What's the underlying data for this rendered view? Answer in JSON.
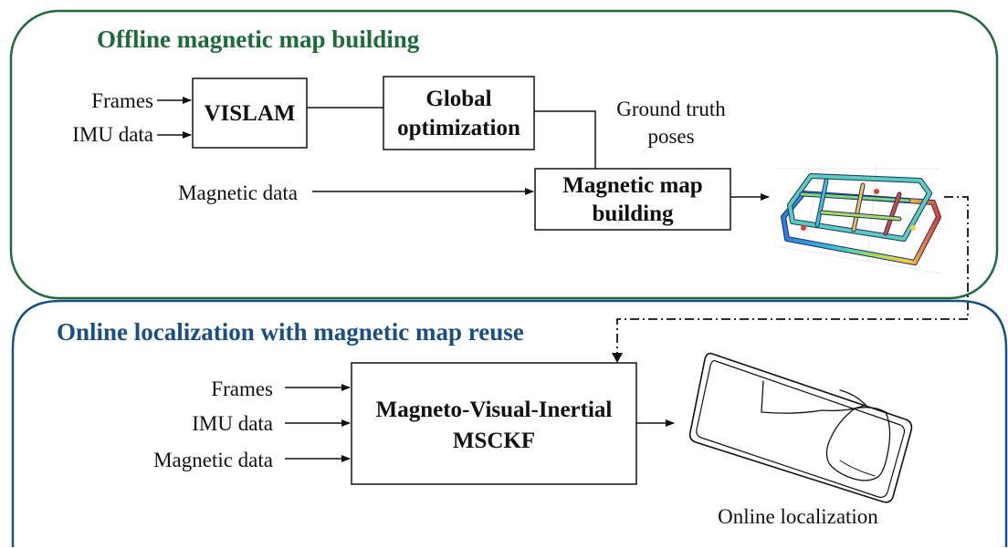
{
  "colors": {
    "offline_border": "#1e6b3a",
    "offline_title": "#1e6b3a",
    "online_border": "#1a4f86",
    "online_title": "#1a4f86",
    "line": "#111111"
  },
  "offline": {
    "title": "Offline magnetic map building",
    "inputs": {
      "frames": "Frames",
      "imu": "IMU data",
      "magnetic": "Magnetic data"
    },
    "boxes": {
      "vislam": "VISLAM",
      "global_line1": "Global",
      "global_line2": "optimization",
      "mapbuild_line1": "Magnetic map",
      "mapbuild_line2": "building"
    },
    "ground_truth_line1": "Ground truth",
    "ground_truth_line2": "poses",
    "map_image_icon": "magnetic-map-heatmap"
  },
  "online": {
    "title": "Online localization with magnetic map reuse",
    "inputs": {
      "frames": "Frames",
      "imu": "IMU data",
      "magnetic": "Magnetic data"
    },
    "boxes": {
      "msckf_line1": "Magneto-Visual-Inertial",
      "msckf_line2": "MSCKF"
    },
    "output_label": "Online localization",
    "trajectory_icon": "trajectory-sketch"
  }
}
